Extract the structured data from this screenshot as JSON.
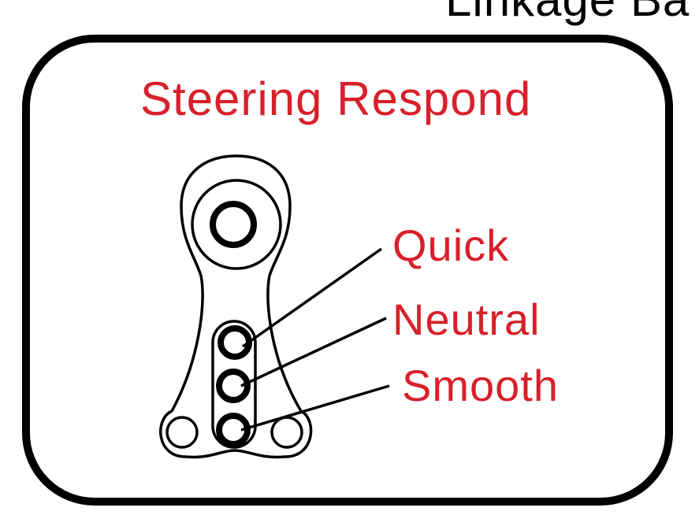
{
  "header": {
    "title_partial": "Linkage Ba"
  },
  "panel": {
    "heading": "Steering Respond",
    "options": [
      {
        "label": "Quick"
      },
      {
        "label": "Neutral"
      },
      {
        "label": "Smooth"
      }
    ]
  },
  "colors": {
    "heading": "#d8202a",
    "labels": "#d8202a",
    "outline": "#000000"
  },
  "icons": [
    "steering-linkage-arm-icon"
  ]
}
